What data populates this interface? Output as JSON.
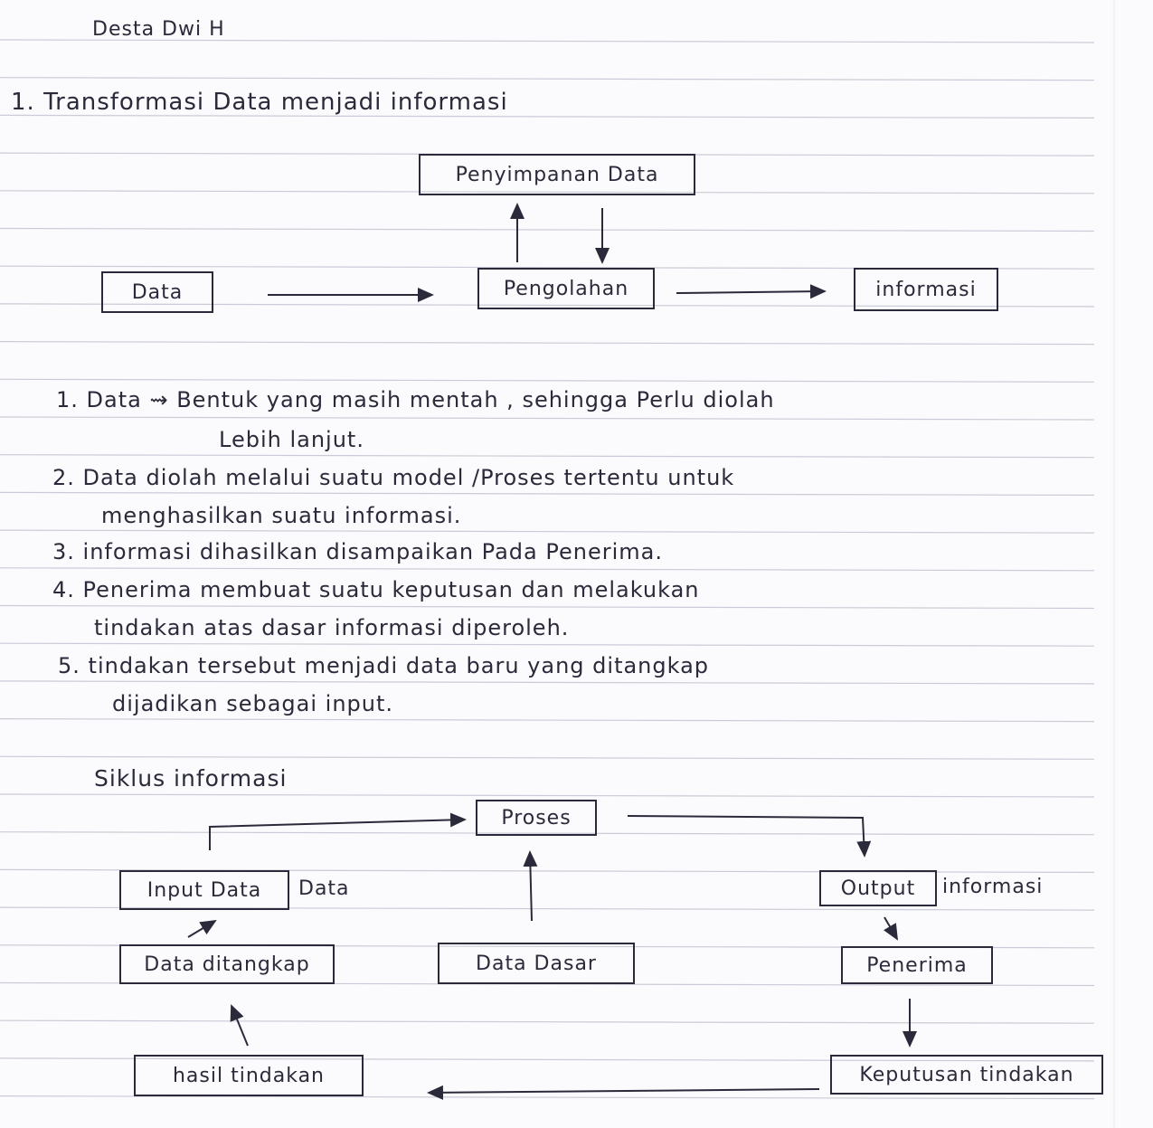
{
  "author": "Desta Dwi H",
  "section1": {
    "heading": "1.  Transformasi  Data menjadi informasi",
    "diagram": {
      "storage": "Penyimpanan Data",
      "data": "Data",
      "processing": "Pengolahan",
      "information": "informasi"
    },
    "points": [
      "1. Data ⇝ Bentuk  yang masih mentah , sehingga Perlu diolah",
      "Lebih lanjut.",
      "2. Data diolah melalui suatu model /Proses tertentu untuk",
      "menghasilkan suatu informasi.",
      "3.   informasi dihasilkan disampaikan Pada Penerima.",
      "4.   Penerima   membuat   suatu keputusan   dan melakukan",
      "tindakan atas dasar informasi diperoleh.",
      "5.   tindakan tersebut menjadi data baru yang ditangkap",
      "dijadikan sebagai input."
    ]
  },
  "section2": {
    "heading": "Siklus informasi",
    "diagram": {
      "process": "Proses",
      "input": "Input Data",
      "input_note": "Data",
      "output": "Output",
      "output_note": "informasi",
      "captured": "Data ditangkap",
      "base": "Data Dasar",
      "receiver": "Penerima",
      "result": "hasil tindakan",
      "decision": "Keputusan tindakan"
    }
  }
}
